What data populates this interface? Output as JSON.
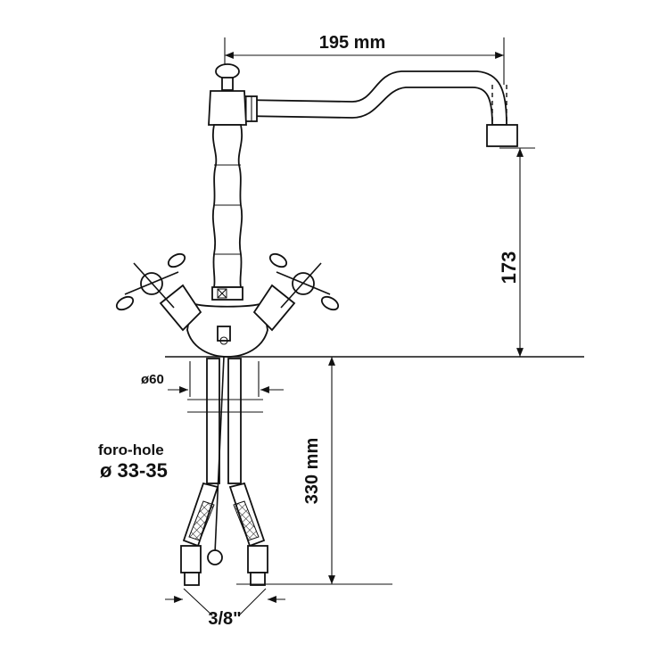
{
  "dimensions": {
    "spout_reach": "195 mm",
    "spout_height": "173",
    "base_diameter": "ø60",
    "hole_label": "foro-hole",
    "hole_diameter": "ø 33-35",
    "hose_length": "330 mm",
    "hose_connector": "3/8\""
  },
  "colors": {
    "line": "#111111",
    "background": "#ffffff"
  }
}
